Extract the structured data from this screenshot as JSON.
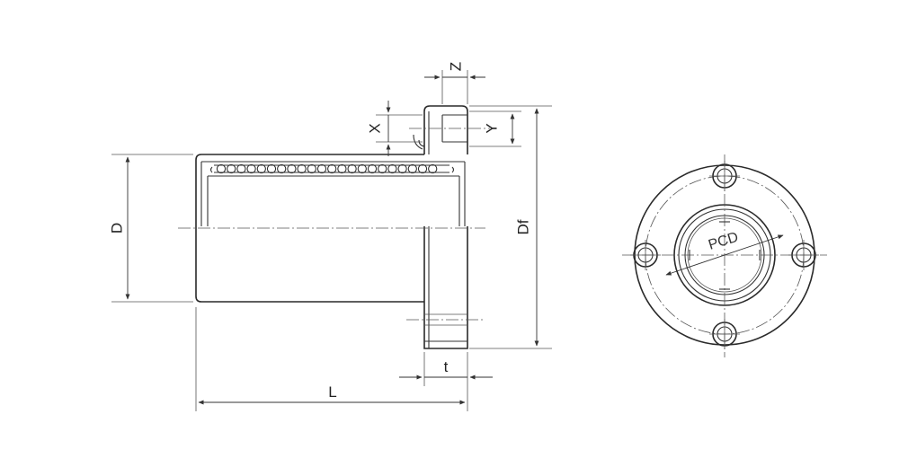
{
  "side_view": {
    "labels": {
      "D": "D",
      "L": "L",
      "Df": "Df",
      "t": "t",
      "X": "X",
      "Y": "Y",
      "Z": "Z"
    }
  },
  "front_view": {
    "labels": {
      "PCD": "PCD"
    },
    "bolt_hole_count": 4
  },
  "colors": {
    "line": "#333333",
    "background": "#ffffff"
  }
}
